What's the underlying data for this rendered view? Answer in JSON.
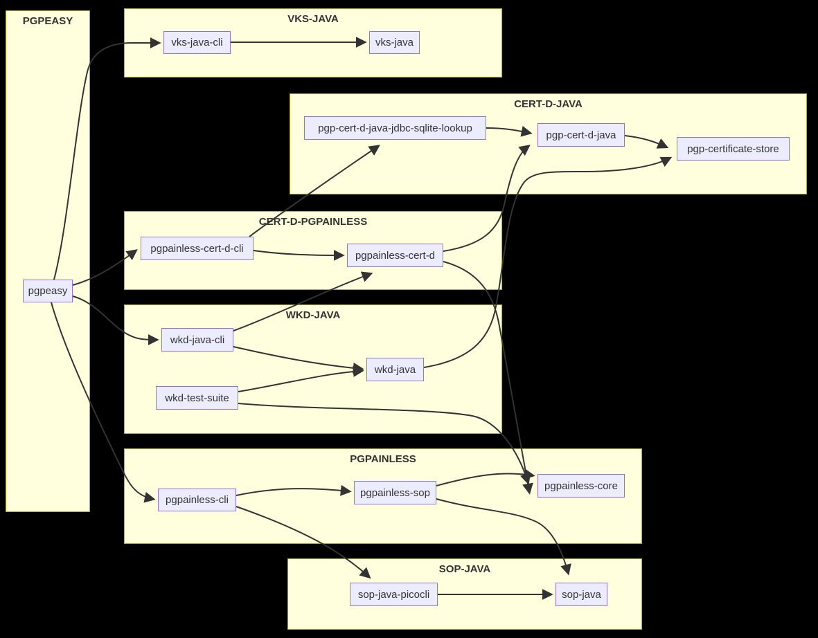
{
  "diagram": {
    "type": "flowchart",
    "direction": "left-to-right",
    "background": "#000000",
    "colors": {
      "background": "#000000",
      "subgraph_fill": "#ffffde",
      "subgraph_border": "#aaaa33",
      "node_fill": "#ececff",
      "node_border": "#9370db",
      "edge_color": "#333333",
      "text_color": "#333333"
    },
    "subgraphs": [
      {
        "id": "pgpeasy-group",
        "label": "PGPEASY"
      },
      {
        "id": "vks-java-group",
        "label": "VKS-JAVA"
      },
      {
        "id": "cert-d-java-group",
        "label": "CERT-D-JAVA"
      },
      {
        "id": "cert-d-pgpainless-group",
        "label": "CERT-D-PGPAINLESS"
      },
      {
        "id": "wkd-java-group",
        "label": "WKD-JAVA"
      },
      {
        "id": "pgpainless-group",
        "label": "PGPAINLESS"
      },
      {
        "id": "sop-java-group",
        "label": "SOP-JAVA"
      }
    ],
    "nodes": [
      {
        "id": "pgpeasy",
        "label": "pgpeasy",
        "group": "PGPEASY"
      },
      {
        "id": "vks-java-cli",
        "label": "vks-java-cli",
        "group": "VKS-JAVA"
      },
      {
        "id": "vks-java",
        "label": "vks-java",
        "group": "VKS-JAVA"
      },
      {
        "id": "pgp-cert-d-java-jdbc-sqlite-lookup",
        "label": "pgp-cert-d-java-jdbc-sqlite-lookup",
        "group": "CERT-D-JAVA"
      },
      {
        "id": "pgp-cert-d-java",
        "label": "pgp-cert-d-java",
        "group": "CERT-D-JAVA"
      },
      {
        "id": "pgp-certificate-store",
        "label": "pgp-certificate-store",
        "group": "CERT-D-JAVA"
      },
      {
        "id": "pgpainless-cert-d-cli",
        "label": "pgpainless-cert-d-cli",
        "group": "CERT-D-PGPAINLESS"
      },
      {
        "id": "pgpainless-cert-d",
        "label": "pgpainless-cert-d",
        "group": "CERT-D-PGPAINLESS"
      },
      {
        "id": "wkd-java-cli",
        "label": "wkd-java-cli",
        "group": "WKD-JAVA"
      },
      {
        "id": "wkd-java",
        "label": "wkd-java",
        "group": "WKD-JAVA"
      },
      {
        "id": "wkd-test-suite",
        "label": "wkd-test-suite",
        "group": "WKD-JAVA"
      },
      {
        "id": "pgpainless-cli",
        "label": "pgpainless-cli",
        "group": "PGPAINLESS"
      },
      {
        "id": "pgpainless-sop",
        "label": "pgpainless-sop",
        "group": "PGPAINLESS"
      },
      {
        "id": "pgpainless-core",
        "label": "pgpainless-core",
        "group": "PGPAINLESS"
      },
      {
        "id": "sop-java-picocli",
        "label": "sop-java-picocli",
        "group": "SOP-JAVA"
      },
      {
        "id": "sop-java",
        "label": "sop-java",
        "group": "SOP-JAVA"
      }
    ],
    "edges": [
      {
        "from": "pgpeasy",
        "to": "vks-java-cli"
      },
      {
        "from": "pgpeasy",
        "to": "pgpainless-cert-d-cli"
      },
      {
        "from": "pgpeasy",
        "to": "wkd-java-cli"
      },
      {
        "from": "pgpeasy",
        "to": "pgpainless-cli"
      },
      {
        "from": "vks-java-cli",
        "to": "vks-java"
      },
      {
        "from": "pgp-cert-d-java-jdbc-sqlite-lookup",
        "to": "pgp-cert-d-java"
      },
      {
        "from": "pgp-cert-d-java",
        "to": "pgp-certificate-store"
      },
      {
        "from": "pgpainless-cert-d-cli",
        "to": "pgp-cert-d-java-jdbc-sqlite-lookup"
      },
      {
        "from": "pgpainless-cert-d-cli",
        "to": "pgpainless-cert-d"
      },
      {
        "from": "wkd-java-cli",
        "to": "pgpainless-cert-d"
      },
      {
        "from": "pgpainless-cert-d",
        "to": "pgp-cert-d-java"
      },
      {
        "from": "pgpainless-cert-d",
        "to": "pgpainless-core"
      },
      {
        "from": "wkd-java-cli",
        "to": "wkd-java"
      },
      {
        "from": "wkd-test-suite",
        "to": "wkd-java"
      },
      {
        "from": "wkd-test-suite",
        "to": "pgpainless-core"
      },
      {
        "from": "wkd-java",
        "to": "pgp-certificate-store"
      },
      {
        "from": "pgpainless-cli",
        "to": "pgpainless-sop"
      },
      {
        "from": "pgpainless-cli",
        "to": "sop-java-picocli"
      },
      {
        "from": "pgpainless-sop",
        "to": "pgpainless-core"
      },
      {
        "from": "pgpainless-sop",
        "to": "sop-java"
      },
      {
        "from": "sop-java-picocli",
        "to": "sop-java"
      }
    ]
  }
}
